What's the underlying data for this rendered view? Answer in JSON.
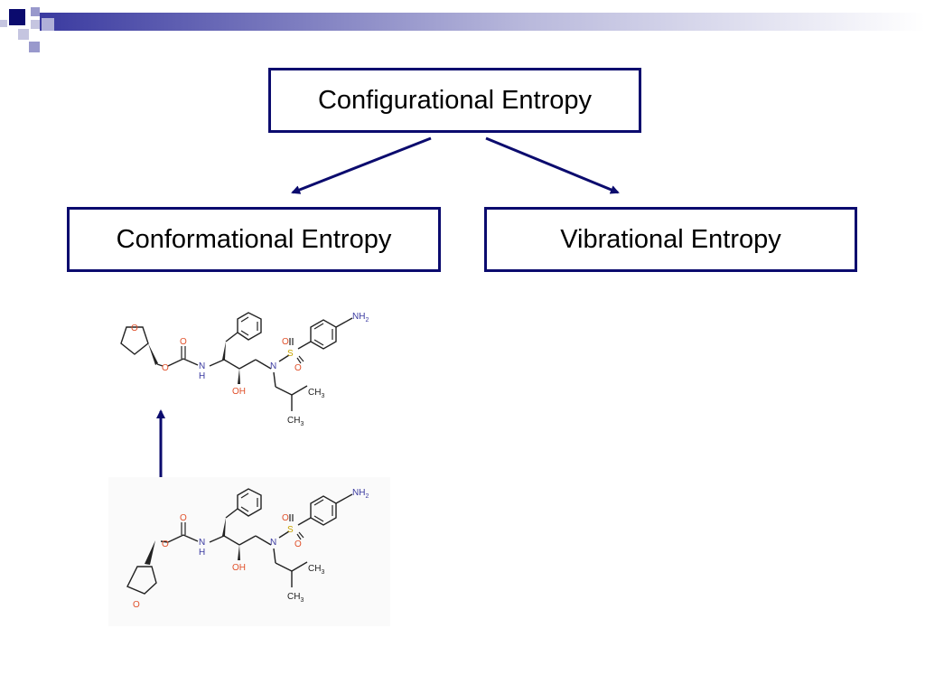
{
  "diagram": {
    "root": {
      "label": "Configurational Entropy"
    },
    "children": [
      {
        "label": "Conformational Entropy"
      },
      {
        "label": "Vibrational Entropy"
      }
    ]
  },
  "molecule_labels": {
    "o_ring": "O",
    "o_ester": "O",
    "o_carbonyl": "O",
    "nh_n": "N",
    "nh_h": "H",
    "oh": "OH",
    "n_amine": "N",
    "s": "S",
    "o_s_top": "O",
    "o_s_bottom": "O",
    "nh2": "NH",
    "nh2_sub": "2",
    "ch3": "CH",
    "ch3_sub": "3"
  },
  "colors": {
    "border": "#0b0b6e",
    "arrow": "#0b0b6e",
    "oxygen": "#e0502a",
    "nitrogen": "#3a3aa0",
    "sulfur": "#c8a400",
    "bond": "#222222"
  }
}
